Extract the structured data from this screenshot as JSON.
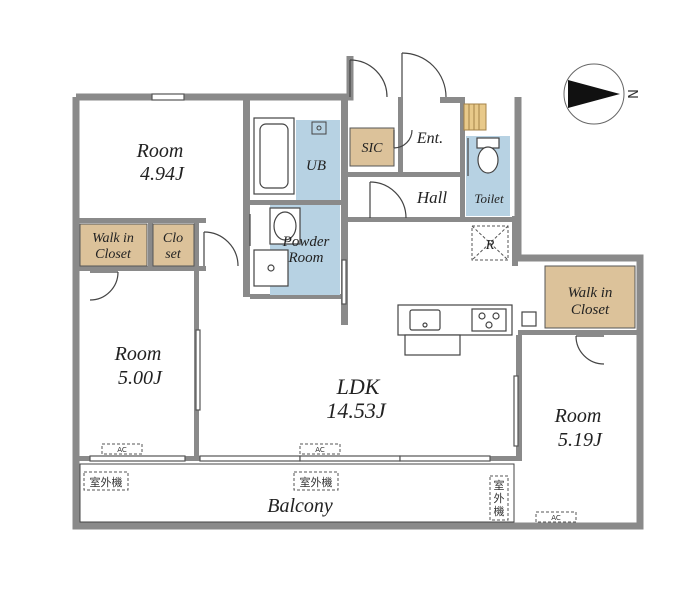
{
  "rooms": {
    "room_nw": {
      "name": "Room",
      "size": "4.94J"
    },
    "walk_in_closet_w": {
      "line1": "Walk in",
      "line2": "Closet"
    },
    "closet": {
      "line1": "Clo",
      "line2": "set"
    },
    "room_w": {
      "name": "Room",
      "size": "5.00J"
    },
    "ub": "UB",
    "powder_room": {
      "line1": "Powder",
      "line2": "Room"
    },
    "sic": "SIC",
    "entrance": "Ent.",
    "hall": "Hall",
    "toilet": "Toilet",
    "refrigerator": "R",
    "walk_in_closet_e": {
      "line1": "Walk in",
      "line2": "Closet"
    },
    "ldk": {
      "name": "LDK",
      "size": "14.53J"
    },
    "room_e": {
      "name": "Room",
      "size": "5.19J"
    },
    "balcony": "Balcony"
  },
  "ac_label": "AC",
  "outdoor_unit": "室外機",
  "outdoor_unit_vertical": [
    "室",
    "外",
    "機"
  ],
  "compass_letter": "N",
  "colors": {
    "wall": "#8a8a8a",
    "wet_area": "#b7d2e3",
    "storage": "#dcc29a",
    "line": "#444444"
  }
}
